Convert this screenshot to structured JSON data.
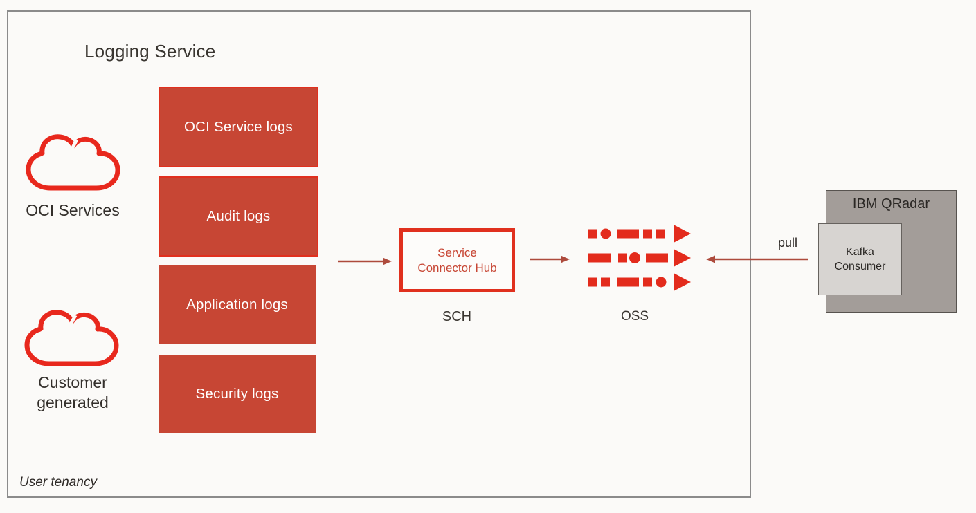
{
  "tenancy": {
    "title": "Logging Service",
    "label": "User tenancy"
  },
  "sources": [
    {
      "label": "OCI Services",
      "icon": "cloud-icon"
    },
    {
      "label": "Customer generated",
      "icon": "cloud-icon"
    }
  ],
  "log_boxes": [
    {
      "label": "OCI Service logs"
    },
    {
      "label": "Audit logs"
    },
    {
      "label": "Application logs"
    },
    {
      "label": "Security logs"
    }
  ],
  "sch": {
    "label": "Service Connector Hub",
    "caption": "SCH"
  },
  "oss": {
    "caption": "OSS",
    "icon": "stream-icon"
  },
  "pull": {
    "label": "pull"
  },
  "qradar": {
    "title": "IBM QRadar",
    "consumer_label": "Kafka Consumer"
  },
  "colors": {
    "background": "#fbfaf8",
    "box_fill_red": "#c74634",
    "bright_red": "#e0301e",
    "arrow_red": "#ad4a3c",
    "dark_text": "#3a3631",
    "outer_border_gray": "#8b8b8b",
    "qradar_fill": "#a39d99",
    "kafka_fill": "#d7d4d1"
  }
}
